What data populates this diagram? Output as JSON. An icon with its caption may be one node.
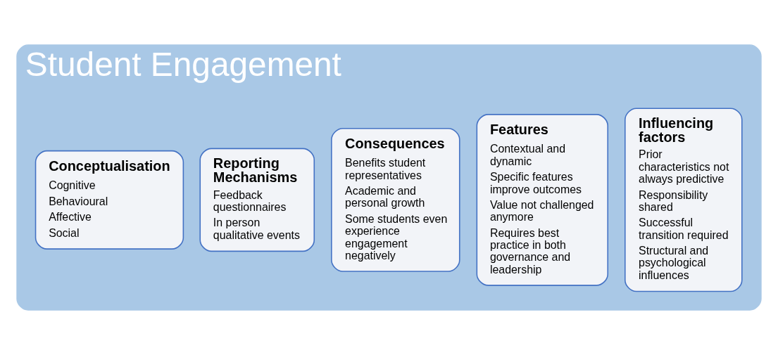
{
  "diagram": {
    "nodes": [
      {
        "text": [
          "Student Engagement"
        ]
      },
      {
        "text": [
          "Influencing factors",
          "Prior characteristics not always predictive",
          "Responsibility shared",
          "Successful transition required",
          "Structural and psychological influences"
        ],
        "in": 0
      },
      {
        "text": [
          "Features",
          "Contextual and dynamic",
          "Specific features improve outcomes",
          "Value not challenged anymore",
          "Requires best practice in both governance and leadership"
        ],
        "in": 0
      },
      {
        "text": [
          "Consequences",
          "Benefits student representatives",
          "Academic and personal growth",
          "Some students even experience engagement negatively"
        ],
        "in": 0
      },
      {
        "text": [
          "Reporting Mechanisms",
          "Feedback questionnaires",
          "In person qualitative events"
        ],
        "in": 0
      },
      {
        "text": [
          "Conceptualisation",
          "Cognitive",
          "Behavioural",
          "Affective",
          "Social"
        ],
        "in": 0
      }
    ],
    "edges": []
  }
}
